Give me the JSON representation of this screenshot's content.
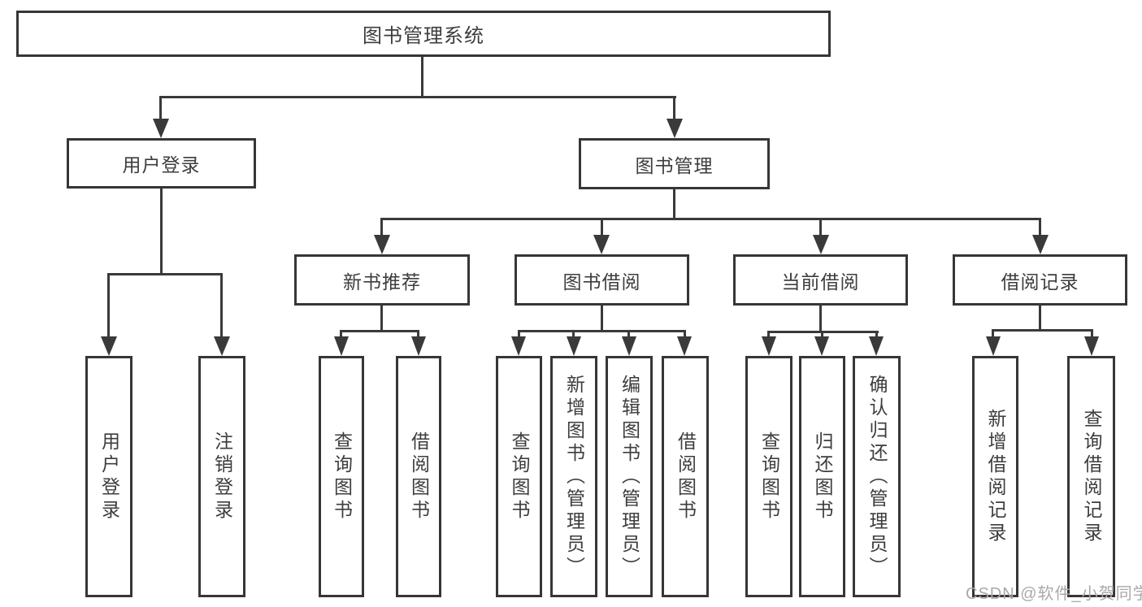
{
  "diagram": {
    "root": {
      "label": "图书管理系统"
    },
    "branches": [
      {
        "label": "用户登录",
        "children": [
          {
            "label": "用户登录"
          },
          {
            "label": "注销登录"
          }
        ]
      },
      {
        "label": "图书管理",
        "children": [
          {
            "label": "新书推荐",
            "children": [
              {
                "label": "查询图书"
              },
              {
                "label": "借阅图书"
              }
            ]
          },
          {
            "label": "图书借阅",
            "children": [
              {
                "label": "查询图书"
              },
              {
                "label": "新增图书（管理员）"
              },
              {
                "label": "编辑图书（管理员）"
              },
              {
                "label": "借阅图书"
              }
            ]
          },
          {
            "label": "当前借阅",
            "children": [
              {
                "label": "查询图书"
              },
              {
                "label": "归还图书"
              },
              {
                "label": "确认归还（管理员）"
              }
            ]
          },
          {
            "label": "借阅记录",
            "children": [
              {
                "label": "新增借阅记录"
              },
              {
                "label": "查询借阅记录"
              }
            ]
          }
        ]
      }
    ]
  },
  "watermark": {
    "text": "CSDN @软件_小贺同学"
  },
  "colors": {
    "line": "#3a3a3a",
    "box_border": "#363636",
    "text": "#3d3d3d",
    "watermark": "#a9a9a9",
    "background": "#ffffff"
  }
}
